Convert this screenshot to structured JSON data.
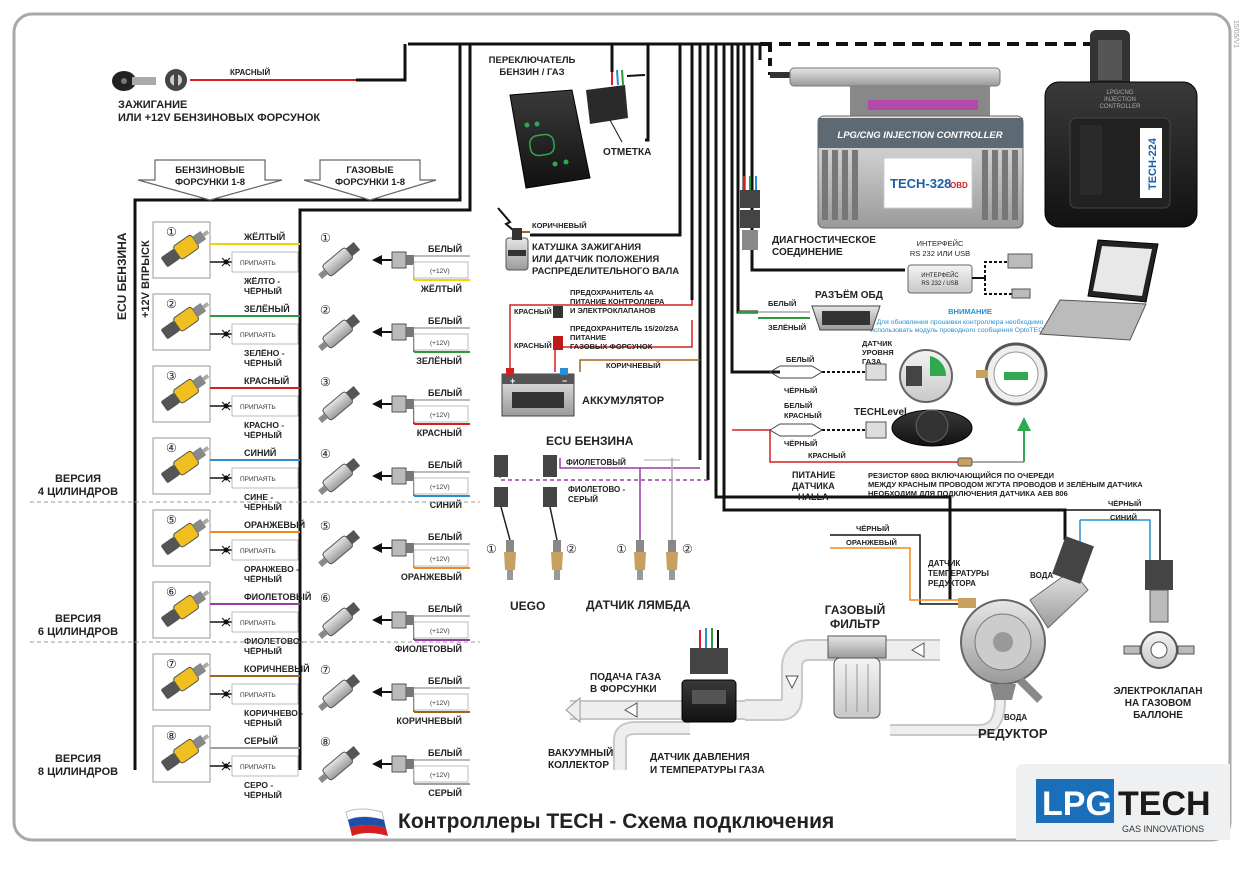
{
  "ignition": {
    "wire_label": "КРАСНЫЙ",
    "title_line1": "ЗАЖИГАНИЕ",
    "title_line2": "ИЛИ +12V БЕНЗИНОВЫХ ФОРСУНОК"
  },
  "petrol_header": {
    "line1": "БЕНЗИНОВЫЕ",
    "line2": "ФОРСУНКИ 1-8"
  },
  "gas_header": {
    "line1": "ГАЗОВЫЕ",
    "line2": "ФОРСУНКИ 1-8"
  },
  "ecu_vertical": "ECU БЕНЗИНА",
  "inj_vertical": "+12V ВПРЫСК",
  "solder_label": "ПРИПАЯТЬ",
  "white_label": "БЕЛЫЙ",
  "plus12_label": "(+12V)",
  "cylinders": [
    {
      "num": "①",
      "wire": "ЖЁЛТЫЙ",
      "cut_l1": "ЖЁЛТО -",
      "cut_l2": "ЧЁРНЫЙ",
      "gas_wire": "ЖЁЛТЫЙ",
      "color": "#f0d600"
    },
    {
      "num": "②",
      "wire": "ЗЕЛЁНЫЙ",
      "cut_l1": "ЗЕЛЁНО -",
      "cut_l2": "ЧЁРНЫЙ",
      "gas_wire": "ЗЕЛЁНЫЙ",
      "color": "#2a9a3c"
    },
    {
      "num": "③",
      "wire": "КРАСНЫЙ",
      "cut_l1": "КРАСНО -",
      "cut_l2": "ЧЁРНЫЙ",
      "gas_wire": "КРАСНЫЙ",
      "color": "#d42020"
    },
    {
      "num": "④",
      "wire": "СИНИЙ",
      "cut_l1": "СИНЕ -",
      "cut_l2": "ЧЁРНЫЙ",
      "gas_wire": "СИНИЙ",
      "color": "#2a8fd0"
    },
    {
      "num": "⑤",
      "wire": "ОРАНЖЕВЫЙ",
      "cut_l1": "ОРАНЖЕВО -",
      "cut_l2": "ЧЁРНЫЙ",
      "gas_wire": "ОРАНЖЕВЫЙ",
      "color": "#f08a1c"
    },
    {
      "num": "⑥",
      "wire": "ФИОЛЕТОВЫЙ",
      "cut_l1": "ФИОЛЕТОВО -",
      "cut_l2": "ЧЁРНЫЙ",
      "gas_wire": "ФИОЛЕТОВЫЙ",
      "color": "#9a3ca8"
    },
    {
      "num": "⑦",
      "wire": "КОРИЧНЕВЫЙ",
      "cut_l1": "КОРИЧНЕВО -",
      "cut_l2": "ЧЁРНЫЙ",
      "gas_wire": "КОРИЧНЕВЫЙ",
      "color": "#a06420"
    },
    {
      "num": "⑧",
      "wire": "СЕРЫЙ",
      "cut_l1": "СЕРО -",
      "cut_l2": "ЧЁРНЫЙ",
      "gas_wire": "СЕРЫЙ",
      "color": "#a0a0a0"
    }
  ],
  "versions": [
    {
      "line1": "ВЕРСИЯ",
      "line2": "4 ЦИЛИНДРОВ"
    },
    {
      "line1": "ВЕРСИЯ",
      "line2": "6 ЦИЛИНДРОВ"
    },
    {
      "line1": "ВЕРСИЯ",
      "line2": "8 ЦИЛИНДРОВ"
    }
  ],
  "switch": {
    "title_line1": "ПЕРЕКЛЮЧАТЕЛЬ",
    "title_line2": "БЕНЗИН / ГАЗ",
    "mark": "ОТМЕТКА"
  },
  "coil": {
    "wire": "КОРИЧНЕВЫЙ",
    "line1": "КАТУШКА ЗАЖИГАНИЯ",
    "line2": "ИЛИ ДАТЧИК ПОЛОЖЕНИЯ",
    "line3": "РАСПРЕДЕЛИТЕЛЬНОГО ВАЛА"
  },
  "fuse1": {
    "wire": "КРАСНЫЙ",
    "line1": "ПРЕДОХРАНИТЕЛЬ 4А",
    "line2": "ПИТАНИЕ КОНТРОЛЛЕРА",
    "line3": "И ЭЛЕКТРОКЛАПАНОВ"
  },
  "fuse2": {
    "wire": "КРАСНЫЙ",
    "line1": "ПРЕДОХРАНИТЕЛЬ 15/20/25А",
    "line2": "ПИТАНИЕ",
    "line3": "ГАЗОВЫХ ФОРСУНОК"
  },
  "battery": {
    "wire": "КОРИЧНЕВЫЙ",
    "label": "АККУМУЛЯТОР"
  },
  "ecu_petrol": {
    "title": "ECU БЕНЗИНА",
    "violet": "ФИОЛЕТОВЫЙ",
    "violet_grey_l1": "ФИОЛЕТОВО -",
    "violet_grey_l2": "СЕРЫЙ",
    "uego": "UEGO",
    "lambda": "ДАТЧИК ЛЯМБДА",
    "n1": "①",
    "n2": "②"
  },
  "controller": {
    "header": "LPG/CNG INJECTION CONTROLLER",
    "label_big": "TECH-328",
    "label_obd": "OBD",
    "side_label": "TECH-224",
    "side_caption_l1": "LPG/CNG",
    "side_caption_l2": "INJECTION",
    "side_caption_l3": "CONTROLLER"
  },
  "diag": {
    "line1": "ДИАГНОСТИЧЕСКОЕ",
    "line2": "СОЕДИНЕНИЕ"
  },
  "interface": {
    "line1": "ИНТЕРФЕЙС",
    "line2": "RS 232 ИЛИ USB",
    "box_l1": "ИНТЕРФЕЙС",
    "box_l2": "RS 232 / USB",
    "warn_title": "ВНИМАНИЕ",
    "warn_l1": "Для обновления прошивки контроллера необходимо",
    "warn_l2": "использовать модуль проводного сообщения OptoTECH."
  },
  "obd": {
    "title": "РАЗЪЁМ ОБД",
    "white": "БЕЛЫЙ",
    "green": "ЗЕЛЁНЫЙ"
  },
  "level": {
    "white": "БЕЛЫЙ",
    "black": "ЧЁРНЫЙ",
    "l1": "ДАТЧИК",
    "l2": "УРОВНЯ",
    "l3": "ГАЗА"
  },
  "techlevel": {
    "white": "БЕЛЫЙ",
    "red": "КРАСНЫЙ",
    "black": "ЧЁРНЫЙ",
    "title": "TECHLevel",
    "red2": "КРАСНЫЙ",
    "p1": "ПИТАНИЕ",
    "p2": "ДАТЧИКА",
    "p3": "HALLA"
  },
  "resistor": {
    "l1": "РЕЗИСТОР 680Ω ВКЛЮЧАЮЩИЙСЯ ПО ОЧЕРЕДИ",
    "l2": "МЕЖДУ КРАСНЫМ ПРОВОДОМ ЖГУТА ПРОВОДОВ И ЗЕЛЁНЫМ ДАТЧИКА",
    "l3": "НЕОБХОДИМ ДЛЯ ПОДКЛЮЧЕНИЯ ДАТЧИКА AEB 806"
  },
  "reducer": {
    "black": "ЧЁРНЫЙ",
    "orange": "ОРАНЖЕВЫЙ",
    "t1": "ДАТЧИК",
    "t2": "ТЕМПЕРАТУРЫ",
    "t3": "РЕДУКТОРА",
    "water1": "ВОДА",
    "water2": "ВОДА",
    "label": "РЕДУКТОР",
    "black2": "ЧЁРНЫЙ",
    "blue": "СИНИЙ"
  },
  "filter": {
    "l1": "ГАЗОВЫЙ",
    "l2": "ФИЛЬТР"
  },
  "valve": {
    "l1": "ЭЛЕКТРОКЛАПАН",
    "l2": "НА ГАЗОВОМ",
    "l3": "БАЛЛОНЕ"
  },
  "gas_supply": {
    "l1": "ПОДАЧА ГАЗА",
    "l2": "В ФОРСУНКИ"
  },
  "vacuum": {
    "l1": "ВАКУУМНЫЙ",
    "l2": "КОЛЛЕКТОР"
  },
  "pressure": {
    "l1": "ДАТЧИК ДАВЛЕНИЯ",
    "l2": "И ТЕМПЕРАТУРЫ ГАЗА"
  },
  "footer": {
    "title": "Контроллеры TECH - Схема подключения"
  },
  "logo": {
    "lpg": "LPG",
    "tech": "TECH",
    "sub": "GAS INNOVATIONS"
  },
  "code": "15/05/V1"
}
